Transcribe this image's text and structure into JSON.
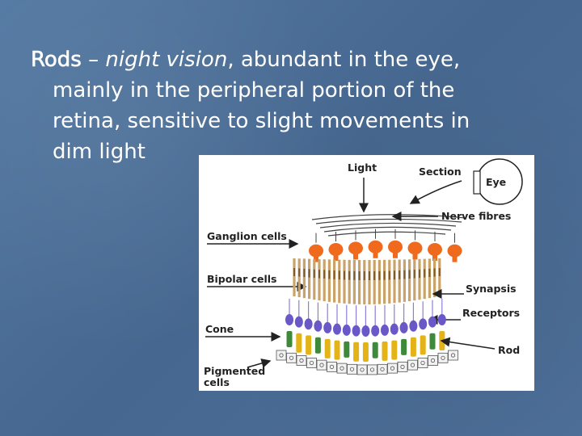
{
  "slide": {
    "title_bold": "Rods",
    "dash": " – ",
    "title_italic": "night vision",
    "line1_rest": ", abundant in the eye,",
    "line2": "mainly in the peripheral portion of the",
    "line3": "retina, sensitive to slight movements in",
    "line4": "dim light"
  },
  "figure": {
    "labels": {
      "light": "Light",
      "section": "Section",
      "eye": "Eye",
      "nerve_fibres": "Nerve fibres",
      "ganglion": "Ganglion cells",
      "bipolar": "Bipolar cells",
      "synapsis": "Synapsis",
      "receptors": "Receptors",
      "cone": "Cone",
      "rod": "Rod",
      "pigmented_1": "Pigmented",
      "pigmented_2": "cells"
    },
    "colors": {
      "ganglion": "#f06a1e",
      "bipolar": "#c9a36a",
      "receptor": "#6a58c8",
      "cone": "#3d8a3a",
      "rod": "#e3b317"
    }
  }
}
